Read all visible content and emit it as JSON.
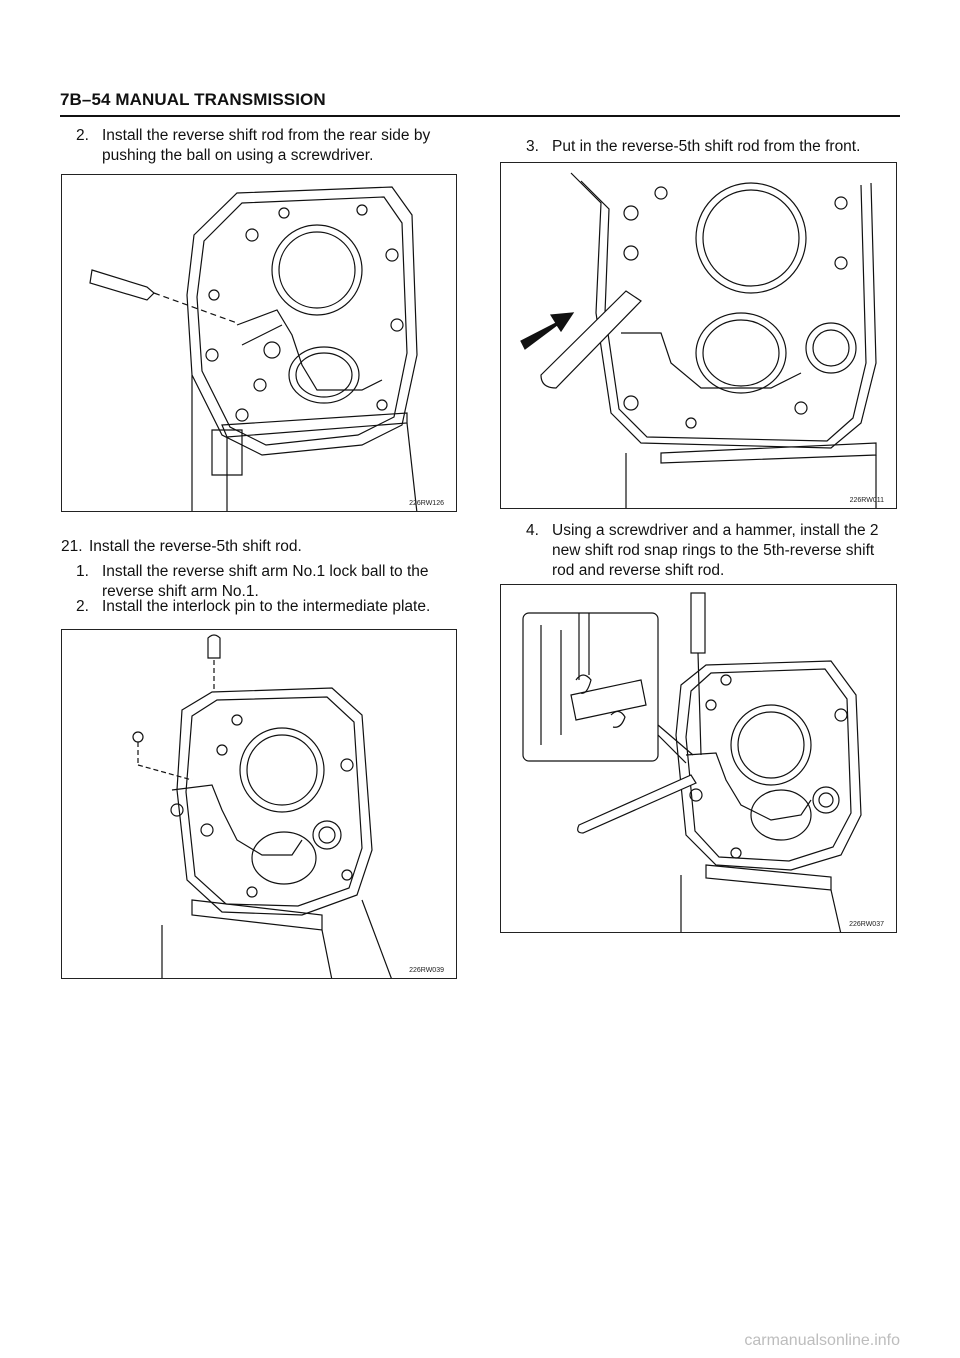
{
  "header": {
    "title": "7B–54  MANUAL TRANSMISSION"
  },
  "left": {
    "step2": {
      "num": "2.",
      "line1": "Install the reverse shift rod from the rear side by",
      "line2": "pushing the ball on using a screwdriver."
    },
    "fig1_code": "226RW126",
    "step21": {
      "num": "21.",
      "text": "Install the reverse-5th shift rod."
    },
    "sub1": {
      "num": "1.",
      "line1": "Install the reverse shift arm No.1 lock ball to the",
      "line2": "reverse shift arm No.1."
    },
    "sub2": {
      "num": "2.",
      "text": "Install the interlock pin to the intermediate plate."
    },
    "fig2_code": "226RW039"
  },
  "right": {
    "step3": {
      "num": "3.",
      "text": "Put in the reverse-5th shift rod from the front."
    },
    "fig3_code": "226RW011",
    "step4": {
      "num": "4.",
      "line1": "Using a screwdriver and a hammer, install the 2",
      "line2": "new shift rod snap rings to the 5th-reverse shift",
      "line3": "rod and reverse shift rod."
    },
    "fig4_code": "226RW037"
  },
  "footer": {
    "watermark": "carmanualsonline.info"
  }
}
